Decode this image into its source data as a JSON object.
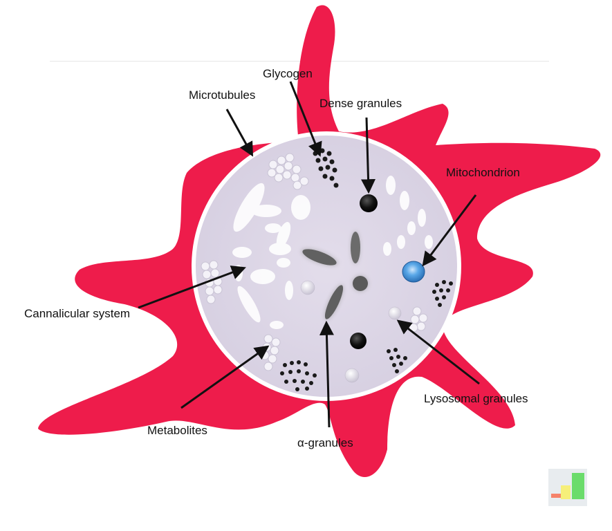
{
  "labels": {
    "glycogen": "Glycogen",
    "microtubules": "Microtubules",
    "dense_granules": "Dense granules",
    "mitochondrion": "Mitochondrion",
    "cannalicular_system": "Cannalicular system",
    "metabolites": "Metabolites",
    "alpha_granules": "α-granules",
    "lysosomal_granules": "Lysosomal granules"
  },
  "colors": {
    "platelet_body": "#ee1c4b",
    "cytoplasm": "#dcd5e5",
    "membrane": "#ffffff",
    "mitochondrion": "#4a9ee0",
    "dense_granule": "#111111",
    "alpha_granule": "#666666",
    "arrow": "#111111"
  },
  "icons": {
    "corner_logo": "bar-chart-icon"
  }
}
